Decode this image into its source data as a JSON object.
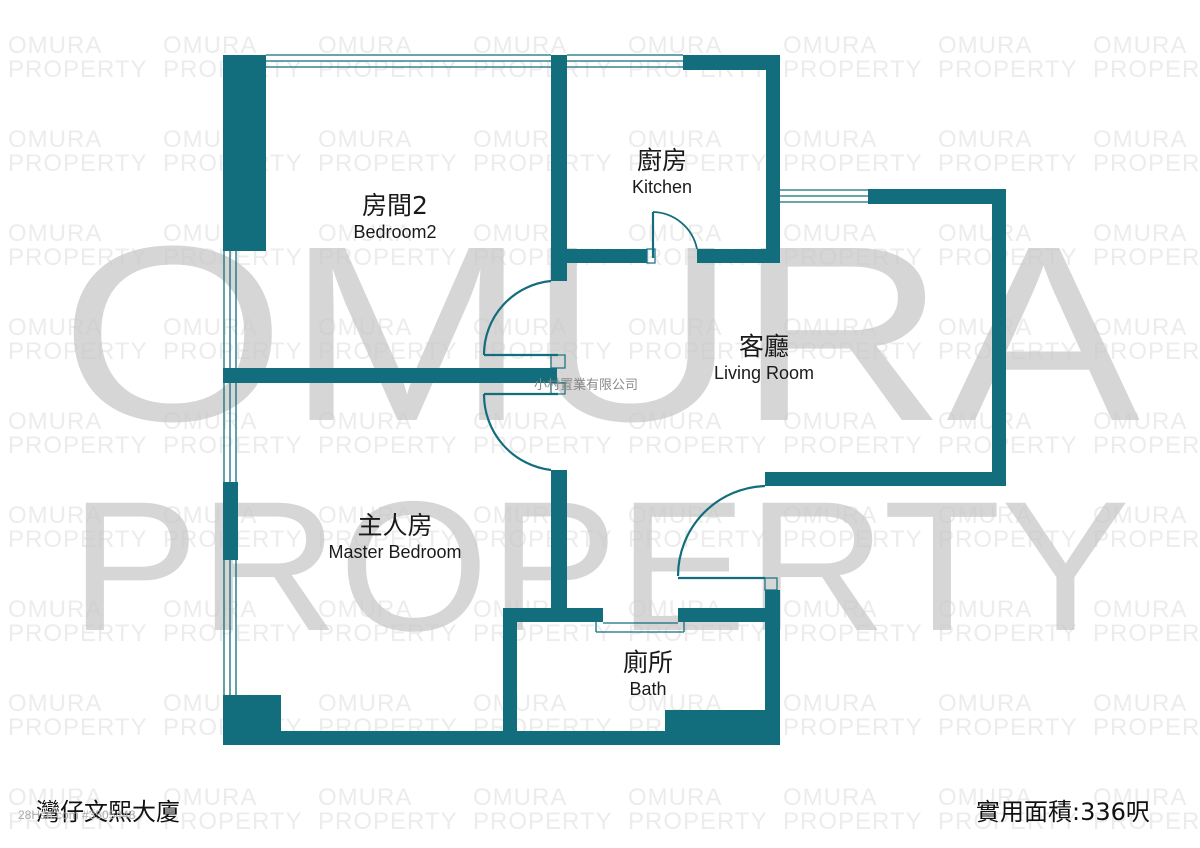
{
  "watermark": {
    "line1": "OMURA",
    "line2": "PROPERTY",
    "big_line1": "OMURA",
    "big_line2": "PROPERTY",
    "color": "#c8c8c8"
  },
  "plan": {
    "wall_color": "#126e7d",
    "company": "小村置業有限公司",
    "rooms": {
      "bedroom2": {
        "zh": "房間2",
        "en": "Bedroom2"
      },
      "kitchen": {
        "zh": "廚房",
        "en": "Kitchen"
      },
      "living": {
        "zh": "客廳",
        "en": "Living Room"
      },
      "master": {
        "zh": "主人房",
        "en": "Master Bedroom"
      },
      "bath": {
        "zh": "廁所",
        "en": "Bath"
      }
    }
  },
  "footer": {
    "building": "灣仔文熙大廈",
    "area": "實用面積:336呎",
    "credit": "28Hse.com #3505448"
  }
}
